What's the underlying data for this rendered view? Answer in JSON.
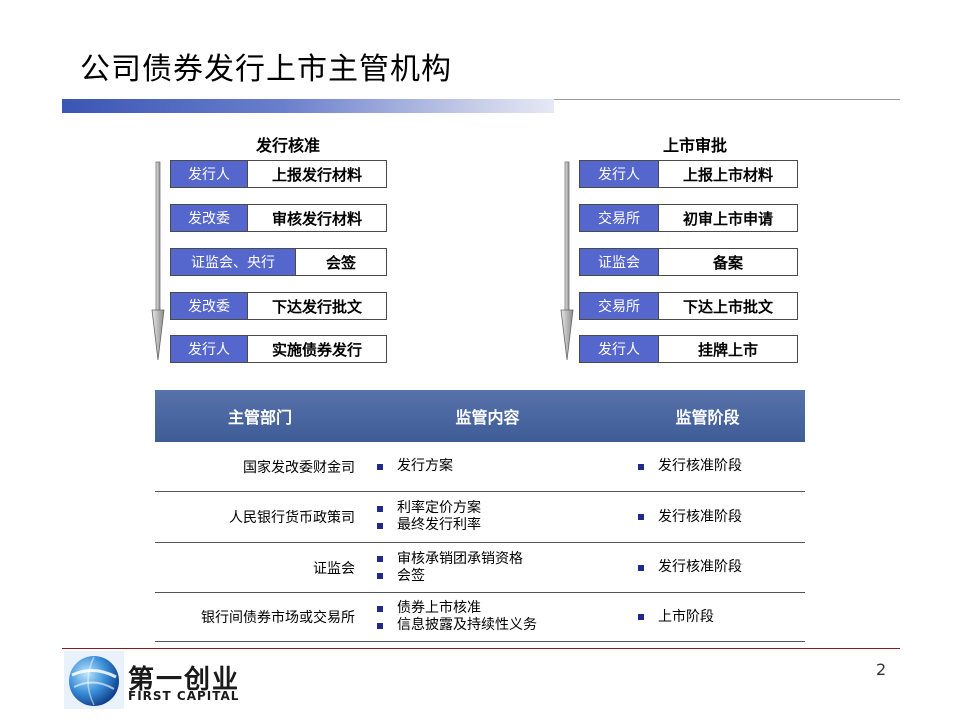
{
  "slide": {
    "title": "公司债券发行上市主管机构",
    "page_number": "2"
  },
  "left_flow": {
    "title": "发行核准",
    "rows": [
      {
        "role": "发行人",
        "action": "上报发行材料"
      },
      {
        "role": "发改委",
        "action": "审核发行材料"
      },
      {
        "role": "证监会、央行",
        "action": "会签"
      },
      {
        "role": "发改委",
        "action": "下达发行批文"
      },
      {
        "role": "发行人",
        "action": "实施债券发行"
      }
    ]
  },
  "right_flow": {
    "title": "上市审批",
    "rows": [
      {
        "role": "发行人",
        "action": "上报上市材料"
      },
      {
        "role": "交易所",
        "action": "初审上市申请"
      },
      {
        "role": "证监会",
        "action": "备案"
      },
      {
        "role": "交易所",
        "action": "下达上市批文"
      },
      {
        "role": "发行人",
        "action": "挂牌上市"
      }
    ]
  },
  "table": {
    "headers": [
      "主管部门",
      "监管内容",
      "监管阶段"
    ],
    "rows": [
      {
        "dept": "国家发改委财金司",
        "content": [
          "发行方案"
        ],
        "stage": "发行核准阶段"
      },
      {
        "dept": "人民银行货币政策司",
        "content": [
          "利率定价方案",
          "最终发行利率"
        ],
        "stage": "发行核准阶段"
      },
      {
        "dept": "证监会",
        "content": [
          "审核承销团承销资格",
          "会签"
        ],
        "stage": "发行核准阶段"
      },
      {
        "dept": "银行间债券市场或交易所",
        "content": [
          "债券上市核准",
          "信息披露及持续性义务"
        ],
        "stage": "上市阶段"
      }
    ]
  },
  "logo": {
    "name_cn": "第一创业",
    "name_en": "FIRST CAPITAL",
    "icon": "globe-icon"
  },
  "colors": {
    "role_fill": "#5566cc",
    "table_header": "#4a659e",
    "bullet": "#1f2a8a",
    "footer_rule": "#8a1a1a"
  }
}
